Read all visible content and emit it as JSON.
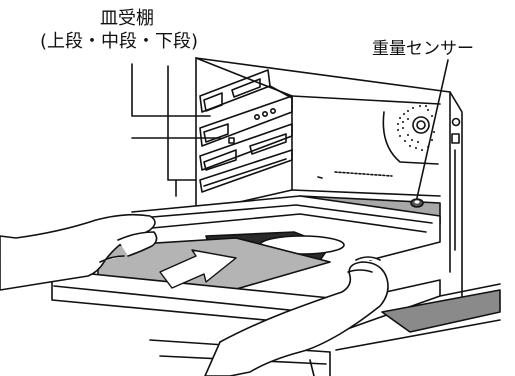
{
  "annotations": {
    "rack_title": "皿受棚",
    "rack_positions": "(上段・中段・下段)",
    "sensor": "重量センサー"
  }
}
